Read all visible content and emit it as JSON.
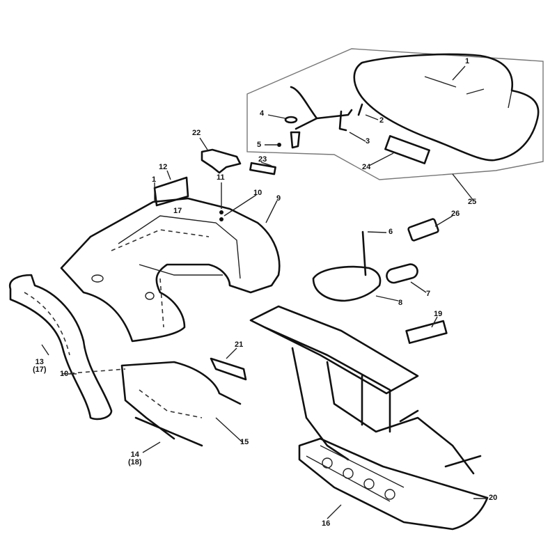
{
  "callouts": {
    "c1": "1",
    "c2": "2",
    "c3": "3",
    "c4": "4",
    "c5": "5",
    "c22": "22",
    "c23": "23",
    "c24": "24",
    "c25": "25",
    "c12": "12",
    "c1b": "1",
    "c11": "11",
    "c10": "10",
    "c9": "9",
    "c17": "17",
    "c6": "6",
    "c26": "26",
    "c7": "7",
    "c8": "8",
    "c19": "19",
    "c13": "13\n(17)",
    "c10b": "10",
    "c21": "21",
    "c14": "14\n(18)",
    "c15": "15",
    "c16": "16",
    "c20": "20"
  }
}
